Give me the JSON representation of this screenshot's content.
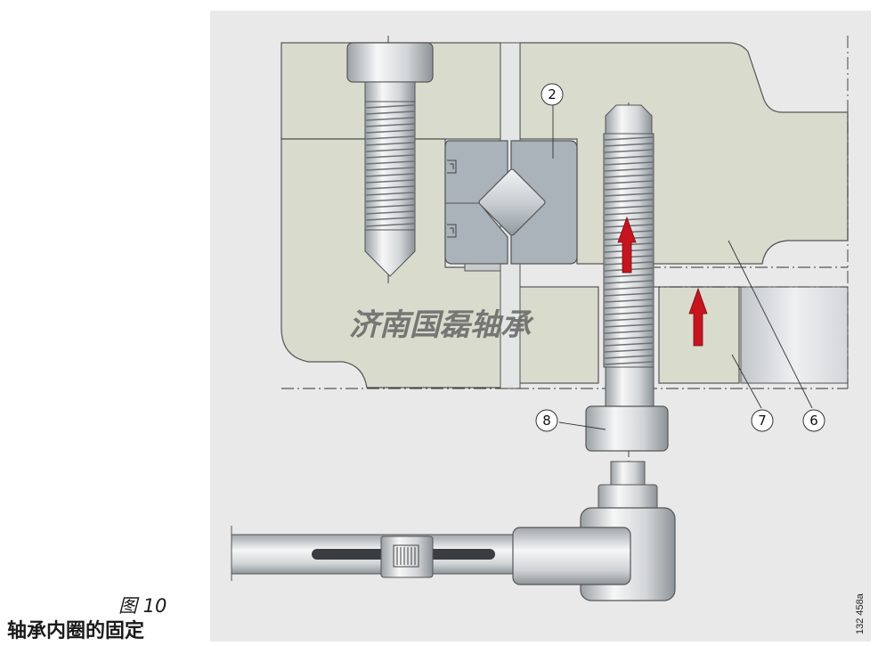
{
  "figure": {
    "number": "图 10",
    "title": "轴承内圈的固定",
    "code": "132 458a"
  },
  "callouts": [
    "2",
    "6",
    "7",
    "8"
  ],
  "watermark": "济南国磊轴承",
  "colors": {
    "panel": "#e9e9ea",
    "housing": "#d9dccd",
    "outline": "#555555",
    "bearing": "#a9b3b9",
    "steel_light": "#f4f5f5",
    "steel_dark": "#8f9498",
    "arrow": "#c8141e",
    "watermark": "#666666"
  }
}
